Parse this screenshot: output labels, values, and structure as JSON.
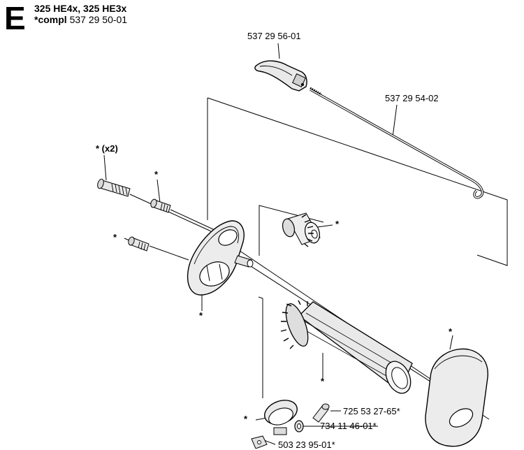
{
  "section": "E",
  "header": {
    "models": "325 HE4x, 325 HE3x",
    "compl_prefix": "*compl",
    "compl_number": "537 29 50-01"
  },
  "labels": {
    "trigger_part": "537 29 56-01",
    "rod_part": "537 29 54-02",
    "screw_part": "725 53 27-65*",
    "washer_part": "734 11 46-01*",
    "clip_part": "503 23 95-01*",
    "star": "*",
    "star_x2": "* (x2)"
  }
}
